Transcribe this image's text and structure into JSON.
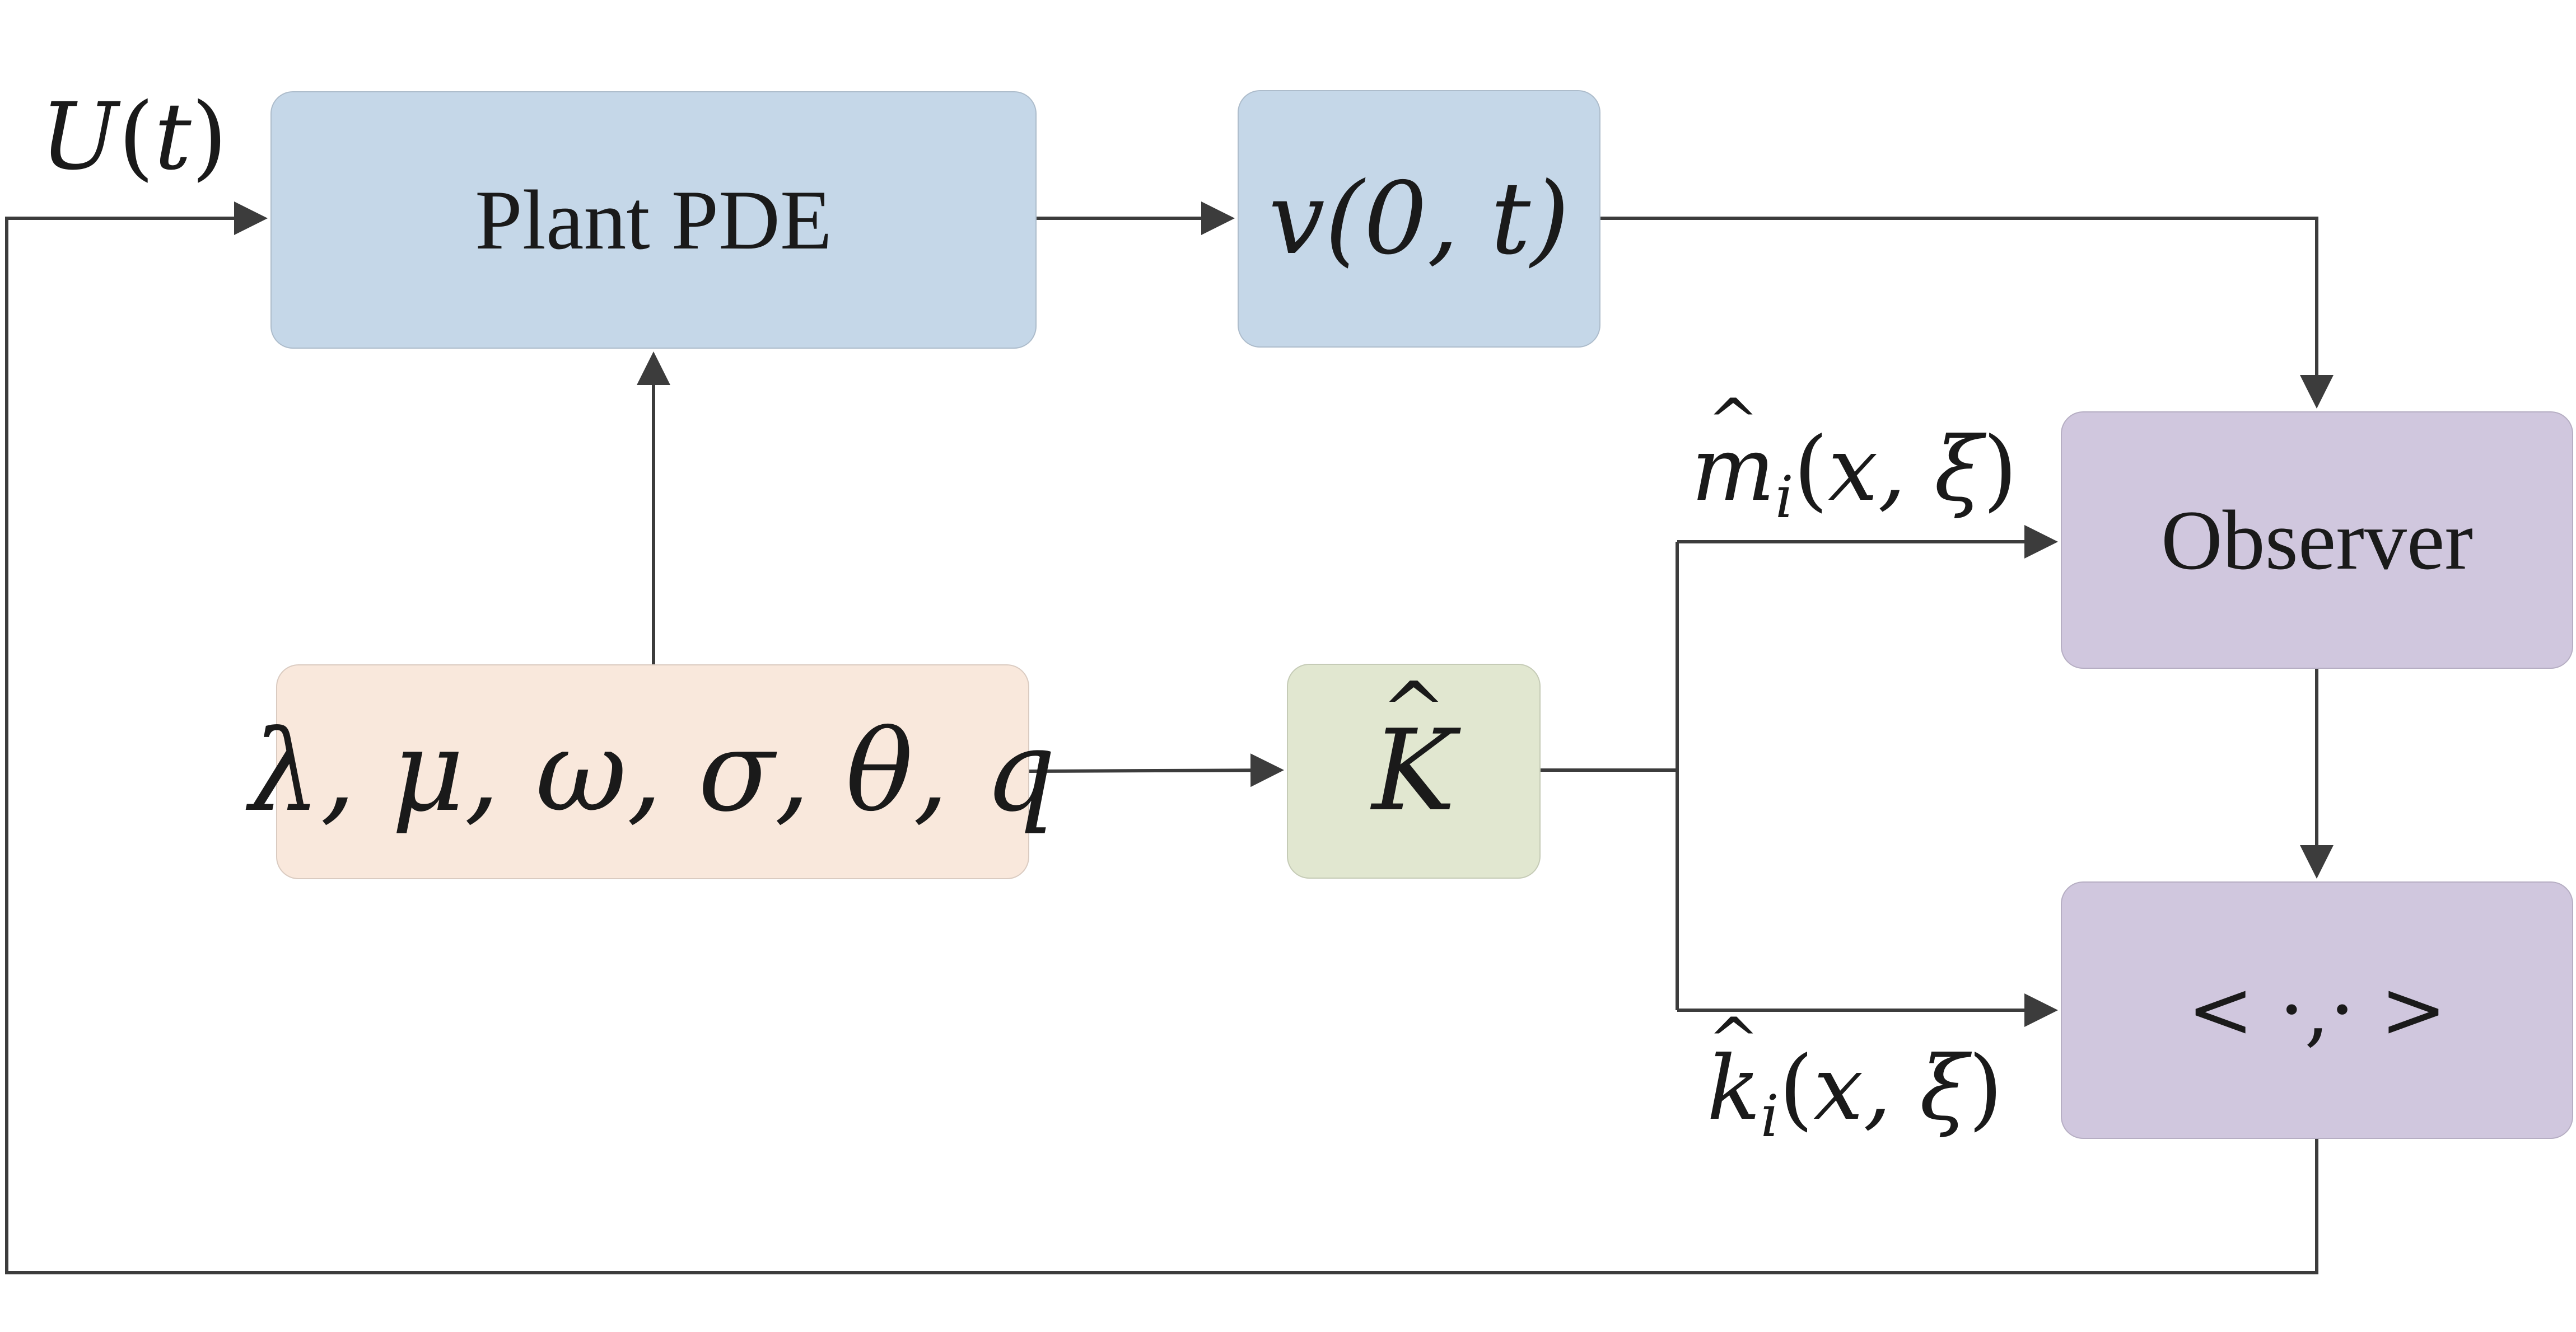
{
  "diagram": {
    "blocks": {
      "plant": {
        "label": "Plant PDE",
        "fill": "#c5d7e8"
      },
      "output": {
        "label": "v(0, t)",
        "fill": "#c5d7e8"
      },
      "observer": {
        "label": "Observer",
        "fill": "#d0c7de"
      },
      "inner_product": {
        "label": "< ·,· >",
        "fill": "#d0c7de"
      },
      "parameters": {
        "label": "λ, μ, ω, σ, θ, q",
        "fill": "#f9e8dc"
      },
      "kernel": {
        "label": "K",
        "fill": "#e1e7d0"
      }
    },
    "labels": {
      "input": {
        "fn": "U",
        "arg": "t"
      },
      "m_hat": {
        "sym": "m",
        "sub": "i",
        "args": "x, ξ"
      },
      "k_hat": {
        "sym": "k",
        "sub": "i",
        "args": "x, ξ"
      }
    },
    "colors": {
      "line": "#3c3c3c",
      "text": "#1a1a1a"
    }
  }
}
